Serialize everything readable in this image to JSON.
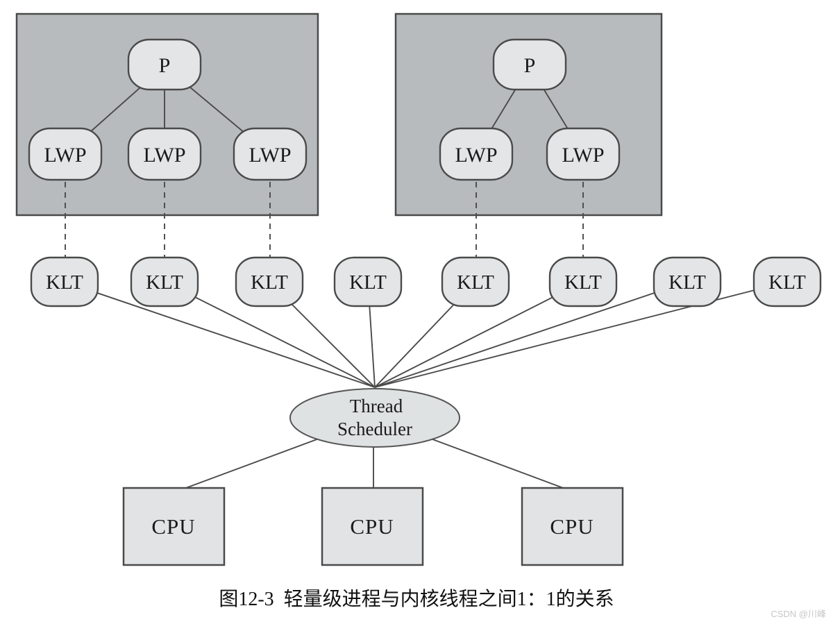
{
  "caption": {
    "text": "图12-3  轻量级进程与内核线程之间1：1的关系"
  },
  "watermark": {
    "text": "CSDN @川峰"
  },
  "diagram": {
    "type": "hierarchy-diagram",
    "process_boxes": [
      {
        "process_label": "P",
        "lwp_labels": [
          "LWP",
          "LWP",
          "LWP"
        ]
      },
      {
        "process_label": "P",
        "lwp_labels": [
          "LWP",
          "LWP"
        ]
      }
    ],
    "klt_labels": [
      "KLT",
      "KLT",
      "KLT",
      "KLT",
      "KLT",
      "KLT",
      "KLT",
      "KLT"
    ],
    "scheduler": {
      "line1": "Thread",
      "line2": "Scheduler"
    },
    "cpu_labels": [
      "CPU",
      "CPU",
      "CPU"
    ],
    "relationships": {
      "lwp_to_klt": "each LWP maps to one KLT (dashed 1:1 links)",
      "klt_to_scheduler": "all 8 KLTs connect to the Thread Scheduler",
      "scheduler_to_cpu": "Thread Scheduler connects to 3 CPUs"
    }
  },
  "colors": {
    "process_box_fill": "#b8bbbd",
    "node_fill": "#e3e5e6",
    "scheduler_fill": "#dfe2e3",
    "cpu_fill": "#e1e3e4",
    "stroke": "#4a4a4a",
    "text": "#1a1a1a",
    "watermark": "#c6c6c6"
  }
}
